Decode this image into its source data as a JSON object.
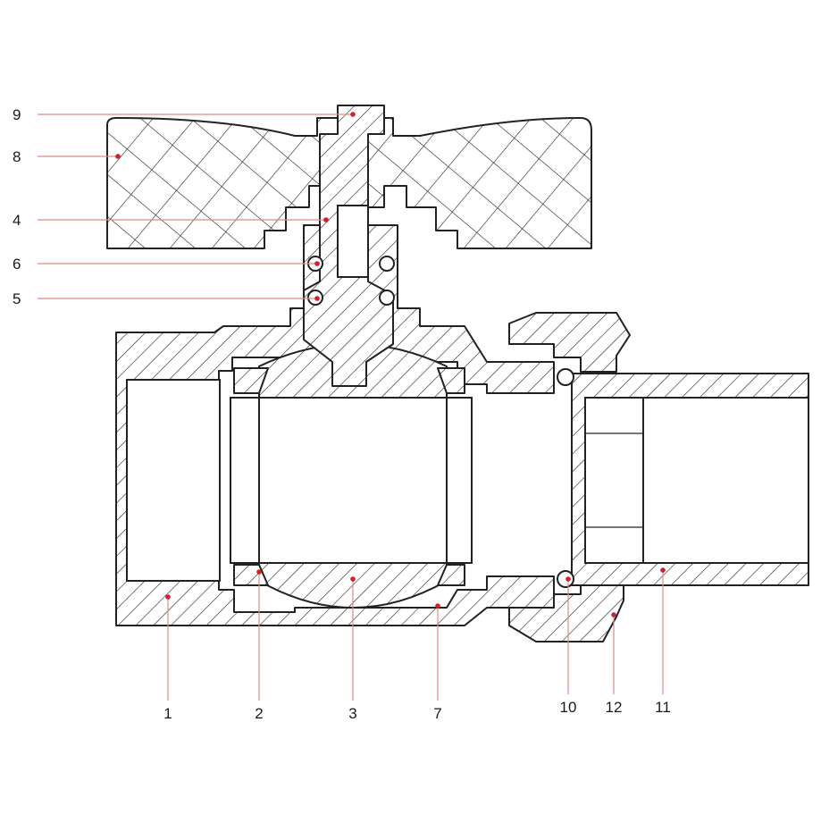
{
  "callouts": {
    "left": [
      {
        "label": "9"
      },
      {
        "label": "8"
      },
      {
        "label": "4"
      },
      {
        "label": "6"
      },
      {
        "label": "5"
      }
    ],
    "bottom": [
      {
        "label": "1"
      },
      {
        "label": "2"
      },
      {
        "label": "3"
      },
      {
        "label": "7"
      },
      {
        "label": "10"
      },
      {
        "label": "12"
      },
      {
        "label": "11"
      }
    ]
  },
  "colors": {
    "leader": "#d98b8b",
    "marker": "#d0202a",
    "outline": "#222222"
  }
}
